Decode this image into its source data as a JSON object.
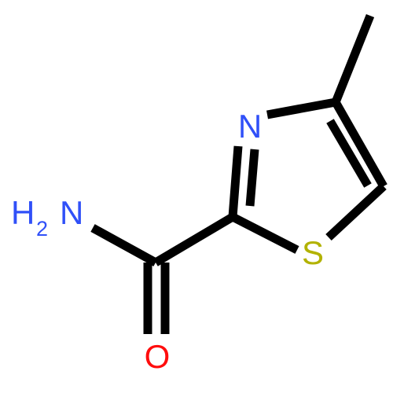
{
  "molecule": {
    "atoms": {
      "nitrogen_ring": {
        "symbol": "N",
        "color": "#3050F8"
      },
      "sulfur": {
        "symbol": "S",
        "color": "#B2B200"
      },
      "oxygen": {
        "symbol": "O",
        "color": "#FF0D0D"
      },
      "amine": {
        "element": "H",
        "count": "2",
        "tail": "N",
        "color": "#3050F8"
      }
    },
    "bond_color": "#000000"
  }
}
